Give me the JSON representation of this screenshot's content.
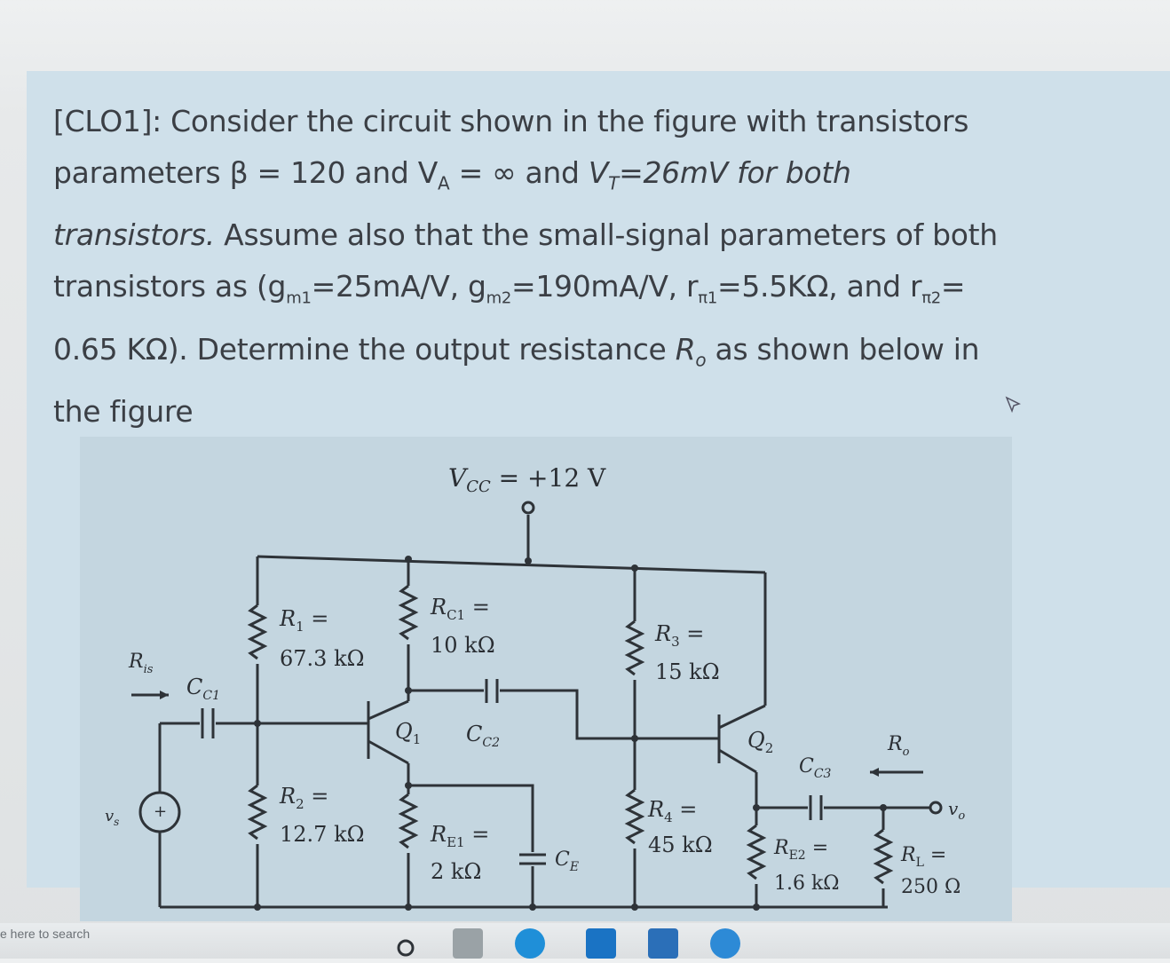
{
  "question": {
    "clo": "[CLO1]",
    "line1": ": Consider the circuit shown in the figure with transistors",
    "line2a": "parameters β = 120 and V",
    "line2_sub": "A",
    "line2b": " = ∞ and ",
    "line2_vt": "V",
    "line2_vt_sub": "T",
    "line2c": "=26mV for both",
    "line3a": "transistors.",
    "line3b": " Assume also that the small-signal parameters of both",
    "line4": "transistors as (g",
    "gm1_sub": "m1",
    "gm1_val": "=25mA/V, g",
    "gm2_sub": "m2",
    "gm2_val": "=190mA/V, r",
    "rpi1_sub": "π1",
    "rpi1_val": "=5.5KΩ, and r",
    "rpi2_sub": "π2",
    "rpi2_val": "=",
    "line5a": "0.65 KΩ). Determine the output resistance ",
    "ro": "R",
    "ro_sub": "o",
    "line5b": " as shown below in",
    "line6": "the figure"
  },
  "circuit": {
    "vcc": "V",
    "vcc_sub": "CC",
    "vcc_val": " = +12 V",
    "r1_name": "R",
    "r1_sub": "1",
    "r1_eq": " =",
    "r1_val": "67.3 kΩ",
    "r2_name": "R",
    "r2_sub": "2",
    "r2_eq": " =",
    "r2_val": "12.7 kΩ",
    "rc1_name": "R",
    "rc1_sub": "C1",
    "rc1_eq": " =",
    "rc1_val": "10 kΩ",
    "re1_name": "R",
    "re1_sub": "E1",
    "re1_eq": " =",
    "re1_val": "2 kΩ",
    "r3_name": "R",
    "r3_sub": "3",
    "r3_eq": " =",
    "r3_val": "15 kΩ",
    "r4_name": "R",
    "r4_sub": "4",
    "r4_eq": " =",
    "r4_val": "45 kΩ",
    "re2_name": "R",
    "re2_sub": "E2",
    "re2_eq": " =",
    "re2_val": "1.6 kΩ",
    "rl_name": "R",
    "rl_sub": "L",
    "rl_eq": " =",
    "rl_val": "250 Ω",
    "q1": "Q",
    "q1_sub": "1",
    "q2": "Q",
    "q2_sub": "2",
    "cc1": "C",
    "cc1_sub": "C1",
    "cc2": "C",
    "cc2_sub": "C2",
    "cc3": "C",
    "cc3_sub": "C3",
    "ce": "C",
    "ce_sub": "E",
    "ris": "R",
    "ris_sub": "is",
    "ro": "R",
    "ro_sub": "o",
    "vs": "v",
    "vs_sub": "s",
    "vo": "v",
    "vo_sub": "o"
  },
  "taskbar": {
    "search_text": "e here to search"
  }
}
